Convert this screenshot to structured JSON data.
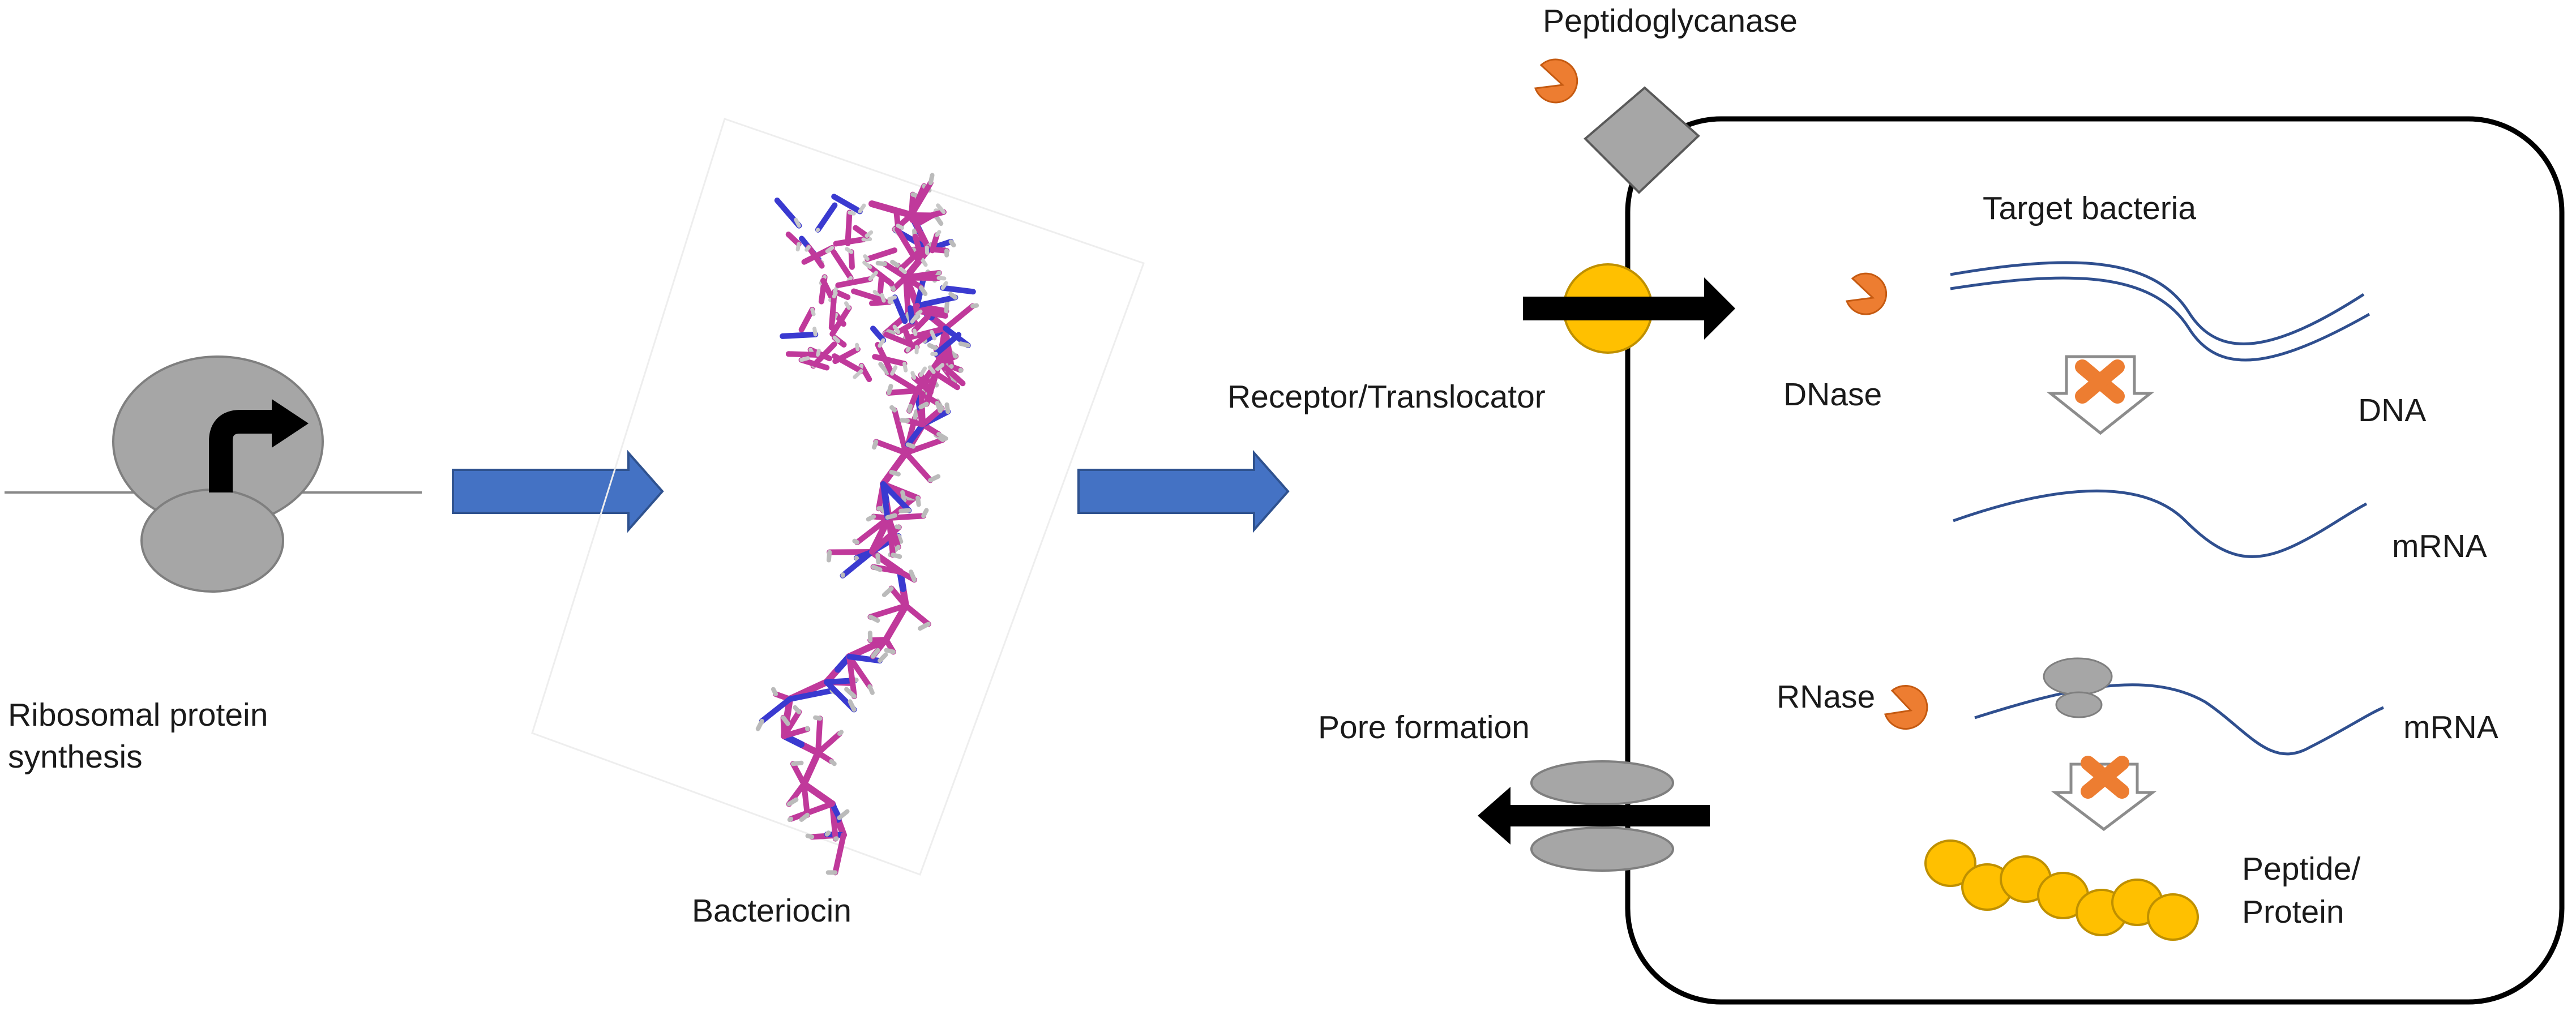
{
  "labels": {
    "ribosomal_line1": "Ribosomal protein",
    "ribosomal_line2": "synthesis",
    "bacteriocin": "Bacteriocin",
    "peptidoglycanase": "Peptidoglycanase",
    "receptor": "Receptor/Translocator",
    "pore": "Pore formation",
    "target": "Target bacteria",
    "dnase": "DNase",
    "dna": "DNA",
    "mrna_1": "mRNA",
    "rnase": "RNase",
    "mrna_2": "mRNA",
    "peptide_line1": "Peptide/",
    "peptide_line2": "Protein"
  },
  "colors": {
    "flow_arrow": "#4472C4",
    "gray": "#A6A6A6",
    "enzyme": "#ED7D31",
    "yellow": "#FFC000",
    "strand": "#2F4F8F",
    "bond_magenta": "#C0399B",
    "bond_blue": "#3A3AD0"
  }
}
